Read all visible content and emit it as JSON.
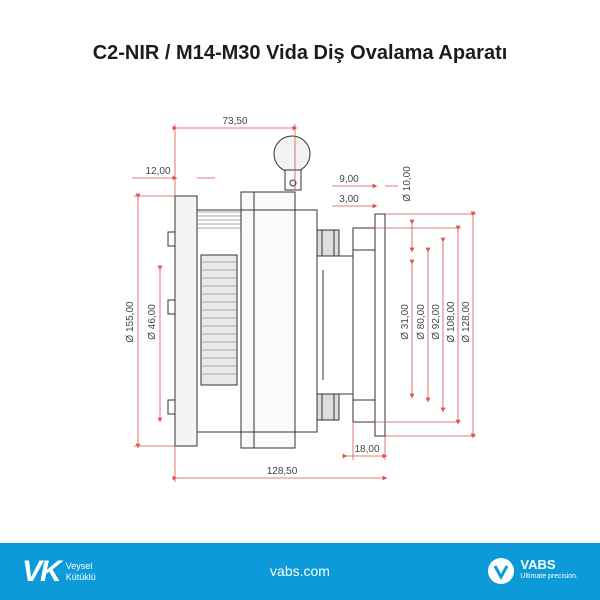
{
  "title": "C2-NIR / M14-M30 Vida Diş Ovalama Aparatı",
  "dimensions": {
    "top_width": "73,50",
    "left_offset": "12,00",
    "dia_155": "Ø 155,00",
    "dia_46": "Ø 46,00",
    "right_9": "9,00",
    "right_3": "3,00",
    "dia_10": "Ø 10,00",
    "dia_31": "Ø 31,00",
    "dia_80": "Ø 80,00",
    "dia_92": "Ø 92,00",
    "dia_108": "Ø 108,00",
    "dia_128": "Ø 128,00",
    "bottom_18": "18,00",
    "total_width": "128,50"
  },
  "footer": {
    "left_brand_logo": "VK",
    "left_brand_line1": "Veysel",
    "left_brand_line2": "Kütüklü",
    "url": "vabs.com",
    "right_brand_name": "VABS",
    "right_brand_tagline": "Ultimate precision."
  },
  "colors": {
    "footer_bg": "#0c9ad8",
    "dimension_red": "#d9534f",
    "line": "#333333"
  }
}
